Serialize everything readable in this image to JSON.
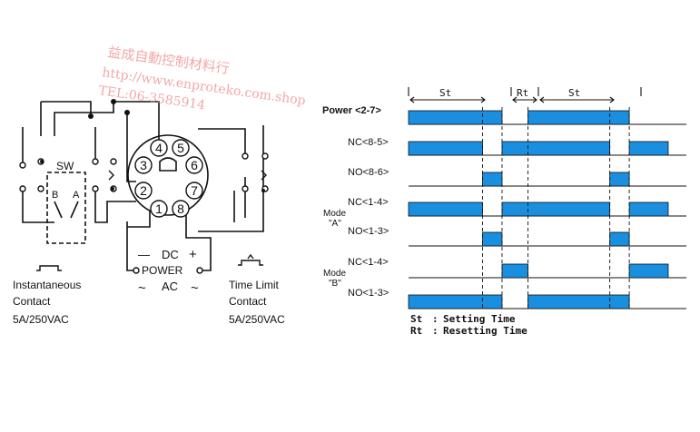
{
  "colors": {
    "signal": "#1a8fe0",
    "line": "#111111",
    "watermark": "#f08a8a"
  },
  "watermark": {
    "line1": "益成自動控制材料行",
    "line2": "http://www.enproteko.com.shop",
    "line3": "TEL:06-3585914"
  },
  "wiring": {
    "sw_label": "SW",
    "sw_b": "B",
    "sw_a": "A",
    "pins": [
      "1",
      "2",
      "3",
      "4",
      "5",
      "6",
      "7",
      "8"
    ],
    "dc_minus": "—",
    "dc_label": "DC",
    "dc_plus": "+",
    "power_label": "POWER",
    "ac_label": "AC",
    "tilde": "~",
    "instant_contact": [
      "Instantaneous",
      "Contact",
      "5A/250VAC"
    ],
    "limit_contact": [
      "Time Limit",
      "Contact",
      "5A/250VAC"
    ]
  },
  "timing": {
    "periods": {
      "st": "St",
      "rt": "Rt"
    },
    "mode_a": [
      "Mode",
      "\"A\""
    ],
    "mode_b": [
      "Mode",
      "\"B\""
    ],
    "rows": [
      {
        "label": "Power <2-7>",
        "high": [
          [
            0,
            0.36
          ],
          [
            0.46,
            0.85
          ]
        ]
      },
      {
        "label": "NC<8-5>",
        "high": [
          [
            0,
            0.285
          ],
          [
            0.36,
            0.775
          ],
          [
            0.85,
            1
          ]
        ]
      },
      {
        "label": "NO<8-6>",
        "high": [
          [
            0.285,
            0.36
          ],
          [
            0.775,
            0.85
          ]
        ]
      },
      {
        "label": "NC<1-4>",
        "high": [
          [
            0,
            0.285
          ],
          [
            0.36,
            0.775
          ],
          [
            0.85,
            1
          ]
        ]
      },
      {
        "label": "NO<1-3>",
        "high": [
          [
            0.285,
            0.36
          ],
          [
            0.775,
            0.85
          ]
        ]
      },
      {
        "label": "NC<1-4>",
        "high": [
          [
            0.36,
            0.46
          ],
          [
            0.85,
            1
          ]
        ]
      },
      {
        "label": "NO<1-3>",
        "high": [
          [
            0,
            0.36
          ],
          [
            0.46,
            0.85
          ]
        ]
      }
    ],
    "legend": [
      {
        "abbr": "St",
        "sep": ":",
        "text": "Setting Time"
      },
      {
        "abbr": "Rt",
        "sep": ":",
        "text": "Resetting Time"
      }
    ]
  }
}
